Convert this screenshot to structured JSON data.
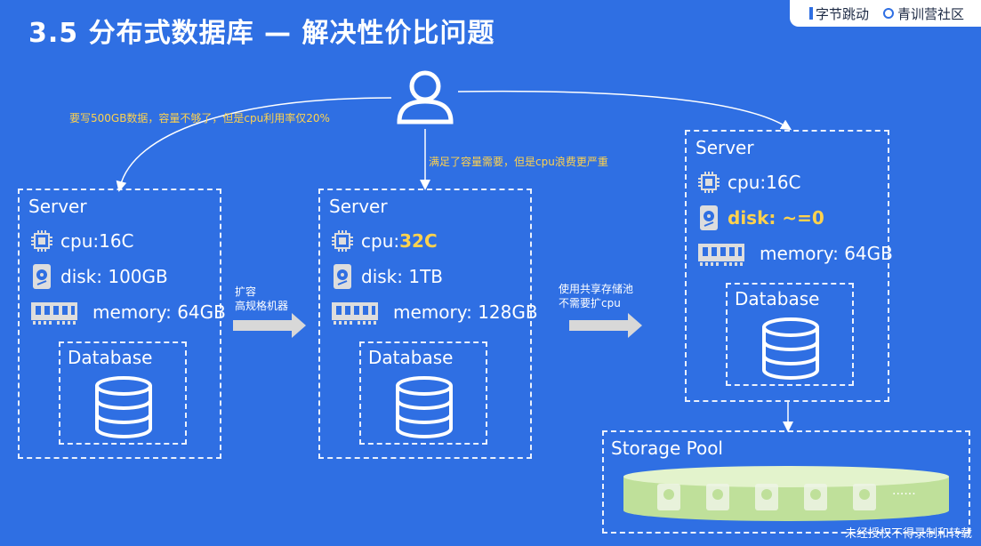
{
  "title": "3.5 分布式数据库 — 解决性价比问题",
  "logos": [
    "字节跳动",
    "青训营社区"
  ],
  "notes": {
    "left": "要写500GB数据，容量不够了，但是cpu利用率仅20%",
    "center": "满足了容量需要，但是cpu浪费更严重"
  },
  "arrows": {
    "first": [
      "扩容",
      "高规格机器"
    ],
    "second": [
      "使用共享存储池",
      "不需要扩cpu"
    ]
  },
  "servers": [
    {
      "title": "Server",
      "cpu_label": "cpu: ",
      "cpu_value": "16C",
      "disk": "disk: 100GB",
      "memory": "memory: 64GB",
      "database": "Database"
    },
    {
      "title": "Server",
      "cpu_label": "cpu: ",
      "cpu_value": "32C",
      "disk": "disk: 1TB",
      "memory": "memory: 128GB",
      "database": "Database"
    },
    {
      "title": "Server",
      "cpu_label": "cpu: ",
      "cpu_value": "16C",
      "disk": "disk: ~=0",
      "memory": "memory: 64GB",
      "database": "Database"
    }
  ],
  "storage_pool": {
    "title": "Storage Pool",
    "ellipsis": "......"
  },
  "footer": "未经授权不得录制和转载",
  "colors": {
    "background": "#2f6fe3",
    "highlight": "#ffd24d",
    "pool": "#cfe8a8"
  }
}
